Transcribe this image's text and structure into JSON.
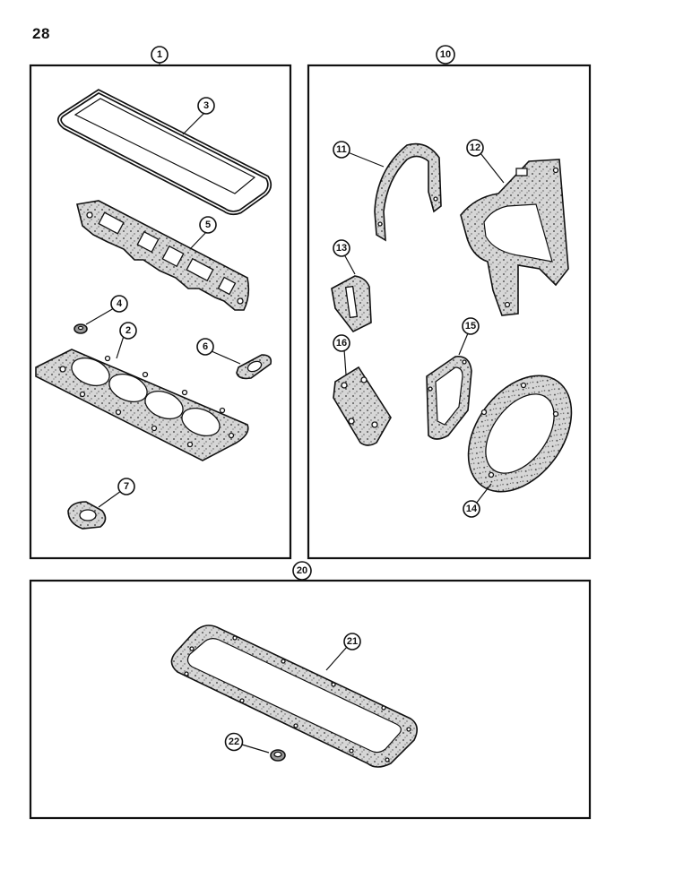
{
  "page": {
    "number": "28"
  },
  "kits": [
    {
      "id": "kit-1",
      "label": "1"
    },
    {
      "id": "kit-10",
      "label": "10"
    },
    {
      "id": "kit-20",
      "label": "20"
    }
  ],
  "parts": {
    "p2": "2",
    "p3": "3",
    "p4": "4",
    "p5": "5",
    "p6": "6",
    "p7": "7",
    "p11": "11",
    "p12": "12",
    "p13": "13",
    "p14": "14",
    "p15": "15",
    "p16": "16",
    "p21": "21",
    "p22": "22"
  }
}
